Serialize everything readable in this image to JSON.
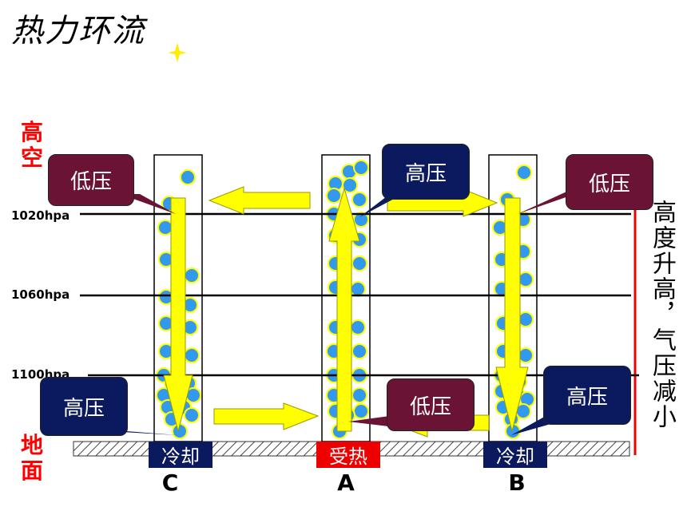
{
  "title": "热力环流",
  "left_labels": {
    "top": "高空",
    "bottom": "地面"
  },
  "pressure_lines": [
    "1020hpa",
    "1060hpa",
    "1100hpa"
  ],
  "callouts": {
    "c_top": "低压",
    "a_top": "高压",
    "b_top": "低压",
    "c_bottom": "高压",
    "a_bottom": "低压",
    "b_bottom": "高压"
  },
  "ground": {
    "c": "冷却",
    "a": "受热",
    "b": "冷却"
  },
  "letters": {
    "c": "C",
    "a": "A",
    "b": "B"
  },
  "side_note": "高度升高，气压减小",
  "colors": {
    "navy": "#0b1a5e",
    "maroon": "#6b1335",
    "arrow": "#ffff00",
    "dot": "#3399ee",
    "heat": "#ee0000"
  }
}
